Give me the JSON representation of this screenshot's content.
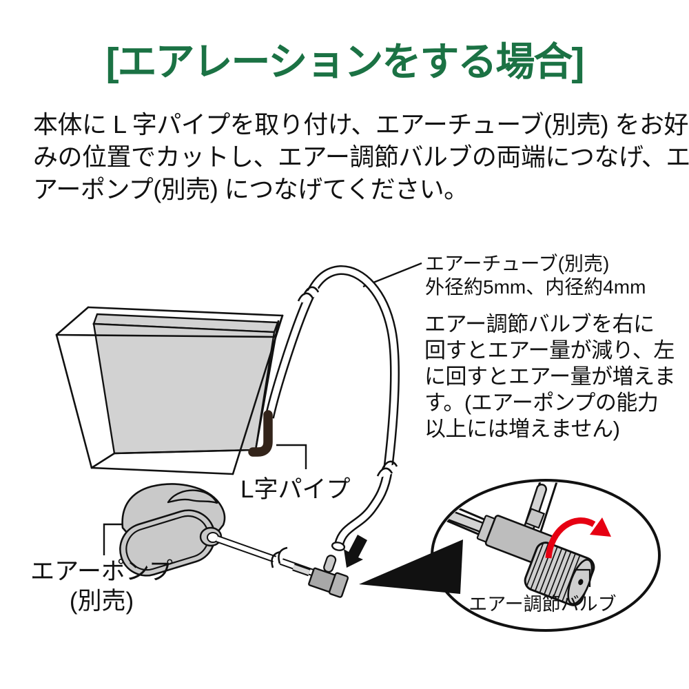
{
  "title": {
    "text": "[エアレーションをする場合]",
    "color": "#1b7244"
  },
  "intro": {
    "lines": [
      "本体に L 字パイプを取り付け、エアーチューブ(別売) をお好",
      "みの位置でカットし、エアー調節バルブの両端につなげ、エ",
      "アーポンプ(別売) につなげてください。"
    ]
  },
  "diagram": {
    "labels": {
      "air_tube": {
        "name": "エアーチューブ(別売)",
        "spec": "外径約5mm、内径約4mm"
      },
      "valve_note": {
        "lines": [
          "エアー調節バルブを右に",
          "回すとエアー量が減り、左",
          "に回すとエアー量が増えま",
          "す。(エアーポンプの能力",
          "以上には増えません)"
        ]
      },
      "l_pipe": "L字パイプ",
      "air_pump": {
        "name": "エアーポンプ",
        "sub": "(別売)"
      },
      "valve": "エアー調節バルブ"
    },
    "colors": {
      "outline_black": "#111111",
      "panel_gray": "#d2d2d2",
      "pump_gray": "#c9c9c9",
      "valve_gray": "#bdbdbd",
      "knob_gray": "#cfcfcf",
      "tube_insert_gray": "#d3d3d3",
      "l_pipe_brown": "#33241a",
      "rotate_arrow_red": "#e60012",
      "connect_arrow_black": "#111111"
    }
  }
}
